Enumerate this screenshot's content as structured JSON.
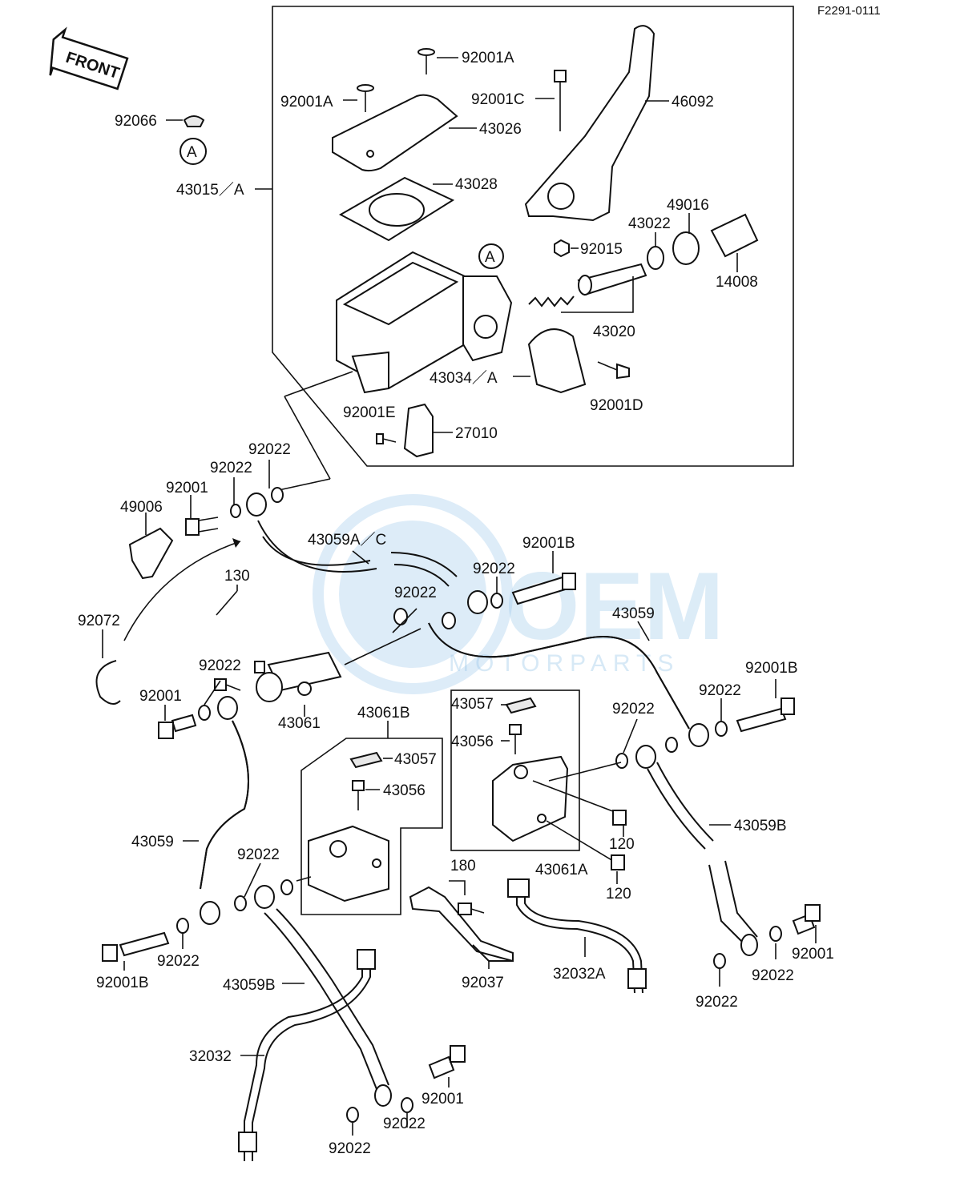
{
  "diagram": {
    "drawing_code": "F2291-0111",
    "front_marker": "FRONT",
    "ref_a": "A",
    "watermark": {
      "brand": "OEM",
      "sub": "MOTORPARTS",
      "color": "#4a9ad6"
    },
    "callouts": {
      "p92001A_top": "92001A",
      "p92001A_left": "92001A",
      "p92001C": "92001C",
      "p46092": "46092",
      "p92066": "92066",
      "p43026": "43026",
      "p43015A": "43015／A",
      "p43028": "43028",
      "p49016": "49016",
      "p43022": "43022",
      "p92015": "92015",
      "p14008": "14008",
      "p43020": "43020",
      "p43034A": "43034／A",
      "p92001D": "92001D",
      "p92001E": "92001E",
      "p27010": "27010",
      "p92022_a": "92022",
      "p92022_b": "92022",
      "p92001_top": "92001",
      "p49006": "49006",
      "p43059AC": "43059A／C",
      "p92001B_top": "92001B",
      "p92022_c": "92022",
      "p130": "130",
      "p92022_d": "92022",
      "p43059_right": "43059",
      "p92072": "92072",
      "p92022_e": "92022",
      "p92001_left": "92001",
      "p43061": "43061",
      "p43061B": "43061B",
      "p43057_a": "43057",
      "p43056_a": "43056",
      "p43057_b": "43057",
      "p43056_b": "43056",
      "p92001B_right": "92001B",
      "p92022_f": "92022",
      "p92022_g": "92022",
      "p120_a": "120",
      "p43059B_right": "43059B",
      "p43059_left": "43059",
      "p92022_h": "92022",
      "p180": "180",
      "p43061A": "43061A",
      "p120_b": "120",
      "p92022_i": "92022",
      "p92001B_bottom": "92001B",
      "p92037": "92037",
      "p32032A": "32032A",
      "p92001_right": "92001",
      "p92022_j": "92022",
      "p92022_k": "92022",
      "p43059B_left": "43059B",
      "p32032": "32032",
      "p92001_bottom": "92001",
      "p92022_l": "92022",
      "p92022_m": "92022"
    }
  }
}
